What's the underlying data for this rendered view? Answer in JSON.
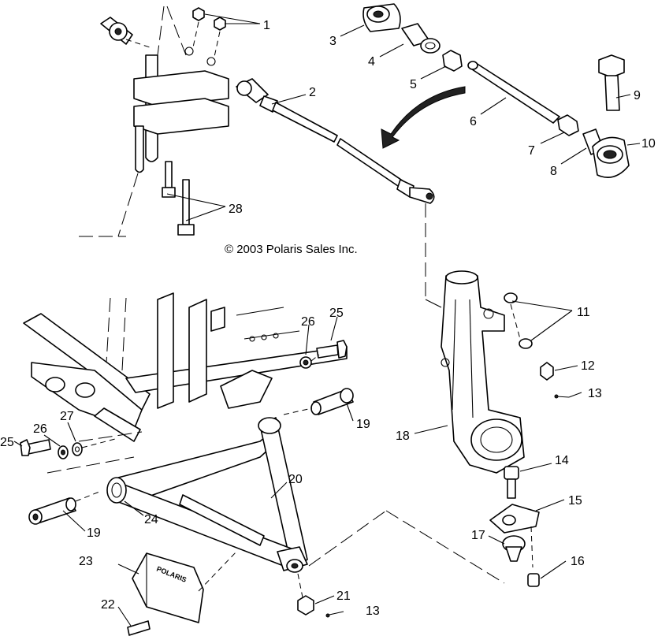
{
  "copyright": "© 2003 Polaris Sales Inc.",
  "brand_text": "POLARIS",
  "callouts": [
    {
      "id": "c1",
      "label": "1"
    },
    {
      "id": "c2",
      "label": "2"
    },
    {
      "id": "c3",
      "label": "3"
    },
    {
      "id": "c4",
      "label": "4"
    },
    {
      "id": "c5",
      "label": "5"
    },
    {
      "id": "c6",
      "label": "6"
    },
    {
      "id": "c7",
      "label": "7"
    },
    {
      "id": "c8",
      "label": "8"
    },
    {
      "id": "c9",
      "label": "9"
    },
    {
      "id": "c10",
      "label": "10"
    },
    {
      "id": "c11",
      "label": "11"
    },
    {
      "id": "c12",
      "label": "12"
    },
    {
      "id": "c13a",
      "label": "13"
    },
    {
      "id": "c13b",
      "label": "13"
    },
    {
      "id": "c14",
      "label": "14"
    },
    {
      "id": "c15",
      "label": "15"
    },
    {
      "id": "c16",
      "label": "16"
    },
    {
      "id": "c17",
      "label": "17"
    },
    {
      "id": "c18",
      "label": "18"
    },
    {
      "id": "c19a",
      "label": "19"
    },
    {
      "id": "c19b",
      "label": "19"
    },
    {
      "id": "c20",
      "label": "20"
    },
    {
      "id": "c21",
      "label": "21"
    },
    {
      "id": "c22",
      "label": "22"
    },
    {
      "id": "c23",
      "label": "23"
    },
    {
      "id": "c24",
      "label": "24"
    },
    {
      "id": "c25a",
      "label": "25"
    },
    {
      "id": "c25b",
      "label": "25"
    },
    {
      "id": "c26a",
      "label": "26"
    },
    {
      "id": "c26b",
      "label": "26"
    },
    {
      "id": "c27",
      "label": "27"
    },
    {
      "id": "c28",
      "label": "28"
    }
  ]
}
